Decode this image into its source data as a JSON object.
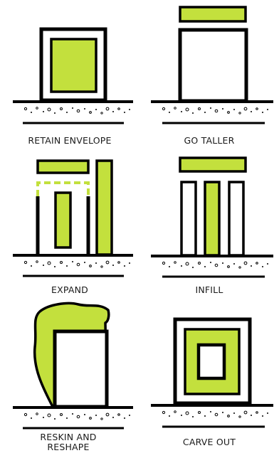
{
  "colors": {
    "accent": "#c3e03d",
    "ink": "#000000",
    "paper": "#ffffff"
  },
  "panels": [
    {
      "label": "RETAIN ENVELOPE"
    },
    {
      "label": "GO TALLER"
    },
    {
      "label": "EXPAND"
    },
    {
      "label": "INFILL"
    },
    {
      "label": "RESKIN AND RESHAPE"
    },
    {
      "label": "CARVE OUT"
    }
  ]
}
